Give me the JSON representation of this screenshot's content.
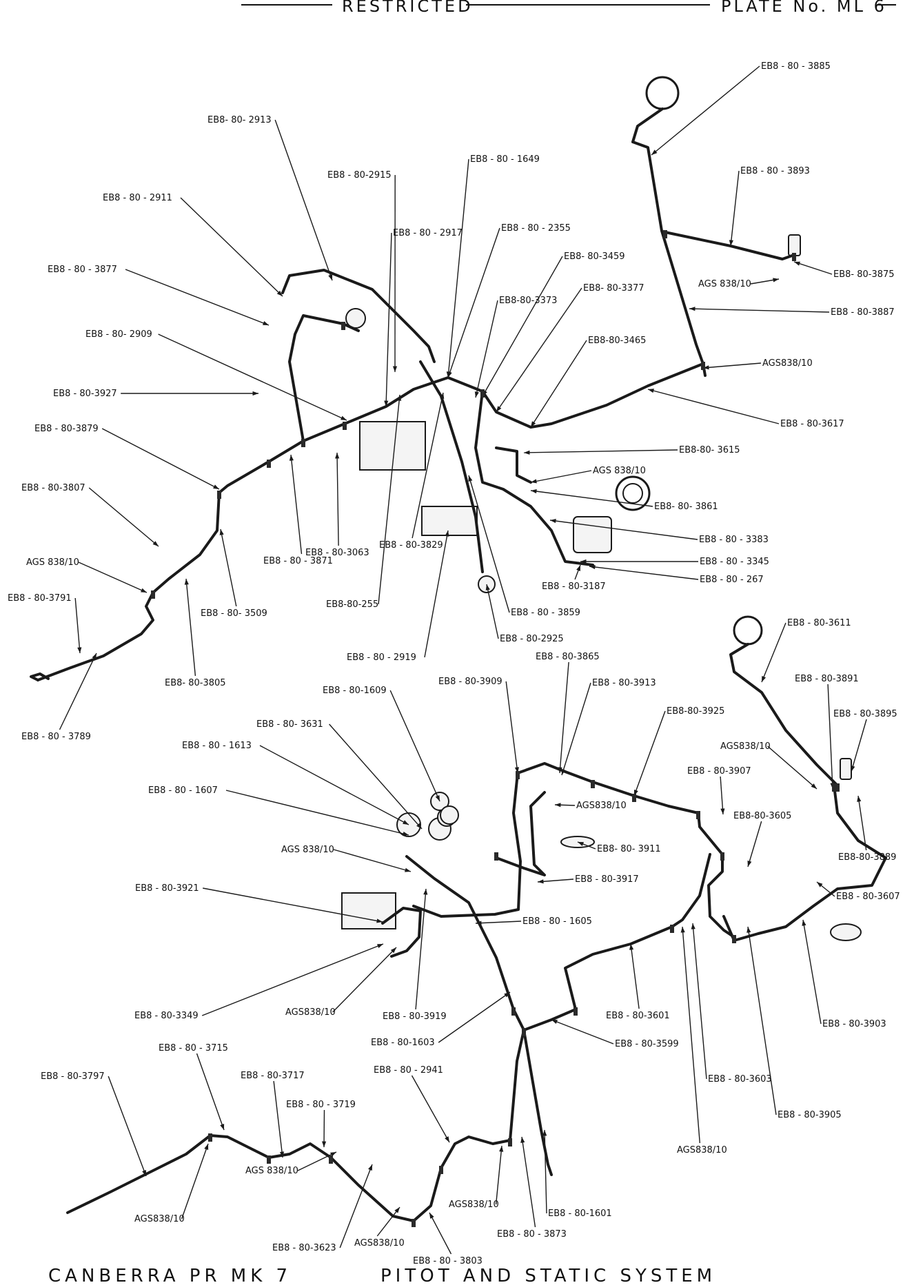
{
  "header": {
    "restricted": "RESTRICTED",
    "plate": "PLATE No. ML 6"
  },
  "footer": {
    "aircraft": "CANBERRA  PR  MK 7",
    "title": "PITOT  AND  STATIC  SYSTEM"
  },
  "labels": {
    "l3885": "EB8 - 80 - 3885",
    "l2913": "EB8- 80- 2913",
    "l1649": "EB8 - 80 - 1649",
    "l2915": "EB8 - 80-2915",
    "l3893": "EB8 - 80 - 3893",
    "l2911": "EB8 - 80 - 2911",
    "l2917": "EB8 - 80 - 2917",
    "l2355": "EB8 - 80 - 2355",
    "l3875": "EB8- 80-3875",
    "l3459": "EB8- 80-3459",
    "ags1": "AGS 838/10",
    "l3877": "EB8 - 80 - 3877",
    "l3373": "EB8-80-3373",
    "l3377": "EB8- 80-3377",
    "l3887": "EB8 - 80-3887",
    "l2909": "EB8 - 80- 2909",
    "l3465": "EB8-80-3465",
    "ags2": "AGS838/10",
    "l3927": "EB8 - 80-3927",
    "l3617": "EB8 - 80-3617",
    "l3879": "EB8 - 80-3879",
    "l3615": "EB8-80- 3615",
    "ags3": "AGS 838/10",
    "l3807": "EB8 - 80-3807",
    "l3861": "EB8- 80- 3861",
    "l3063": "EB8 - 80-3063",
    "l3829": "EB8 - 80-3829",
    "l3383": "EB8 - 80 - 3383",
    "ags4": "AGS 838/10",
    "l3871": "EB8 - 80 - 3871",
    "l3345": "EB8 - 80 - 3345",
    "l3187": "EB8 - 80-3187",
    "l267": "EB8 - 80 - 267",
    "l3791": "EB8 - 80-3791",
    "l3509": "EB8 - 80- 3509",
    "l255": "EB8-80-255",
    "l3859": "EB8 - 80 - 3859",
    "l2925": "EB8 - 80-2925",
    "l3611": "EB8 - 80-3611",
    "l2919": "EB8 - 80 - 2919",
    "l3865": "EB8 - 80-3865",
    "l3805": "EB8- 80-3805",
    "l3909": "EB8 - 80-3909",
    "l3913": "EB8 - 80-3913",
    "l3891": "EB8 - 80-3891",
    "l1609": "EB8 - 80-1609",
    "l3925": "EB8-80-3925",
    "l3895": "EB8 - 80-3895",
    "l3789": "EB8 - 80 - 3789",
    "l3631": "EB8 - 80- 3631",
    "ags5": "AGS838/10",
    "l1613": "EB8 - 80 - 1613",
    "l3907": "EB8 - 80-3907",
    "l1607": "EB8 - 80 - 1607",
    "ags6": "AGS838/10",
    "l3605": "EB8-80-3605",
    "l3911": "EB8- 80- 3911",
    "ags7": "AGS 838/10",
    "l3889": "EB8-80-3889",
    "l3917": "EB8 - 80-3917",
    "l3921": "EB8 - 80-3921",
    "l3607": "EB8 - 80-3607",
    "l1605": "EB8 - 80 - 1605",
    "l3349": "EB8 - 80-3349",
    "ags8": "AGS838/10",
    "l3919": "EB8 - 80-3919",
    "l3601": "EB8 - 80-3601",
    "l3903": "EB8 - 80-3903",
    "l1603": "EB8 - 80-1603",
    "l3599": "EB8 - 80-3599",
    "l3715": "EB8 - 80 - 3715",
    "l3797": "EB8 - 80-3797",
    "l3717": "EB8 - 80-3717",
    "l2941": "EB8 - 80 - 2941",
    "l3603": "EB8 - 80-3603",
    "l3719": "EB8 - 80 - 3719",
    "l3905": "EB8 - 80-3905",
    "ags9": "AGS838/10",
    "ags10": "AGS 838/10",
    "ags11": "AGS838/10",
    "l1601": "EB8 - 80-1601",
    "ags12": "AGS838/10",
    "l3873": "EB8 - 80 - 3873",
    "ags13": "AGS838/10",
    "l3623": "EB8 - 80-3623",
    "l3803": "EB8 - 80 - 3803"
  }
}
